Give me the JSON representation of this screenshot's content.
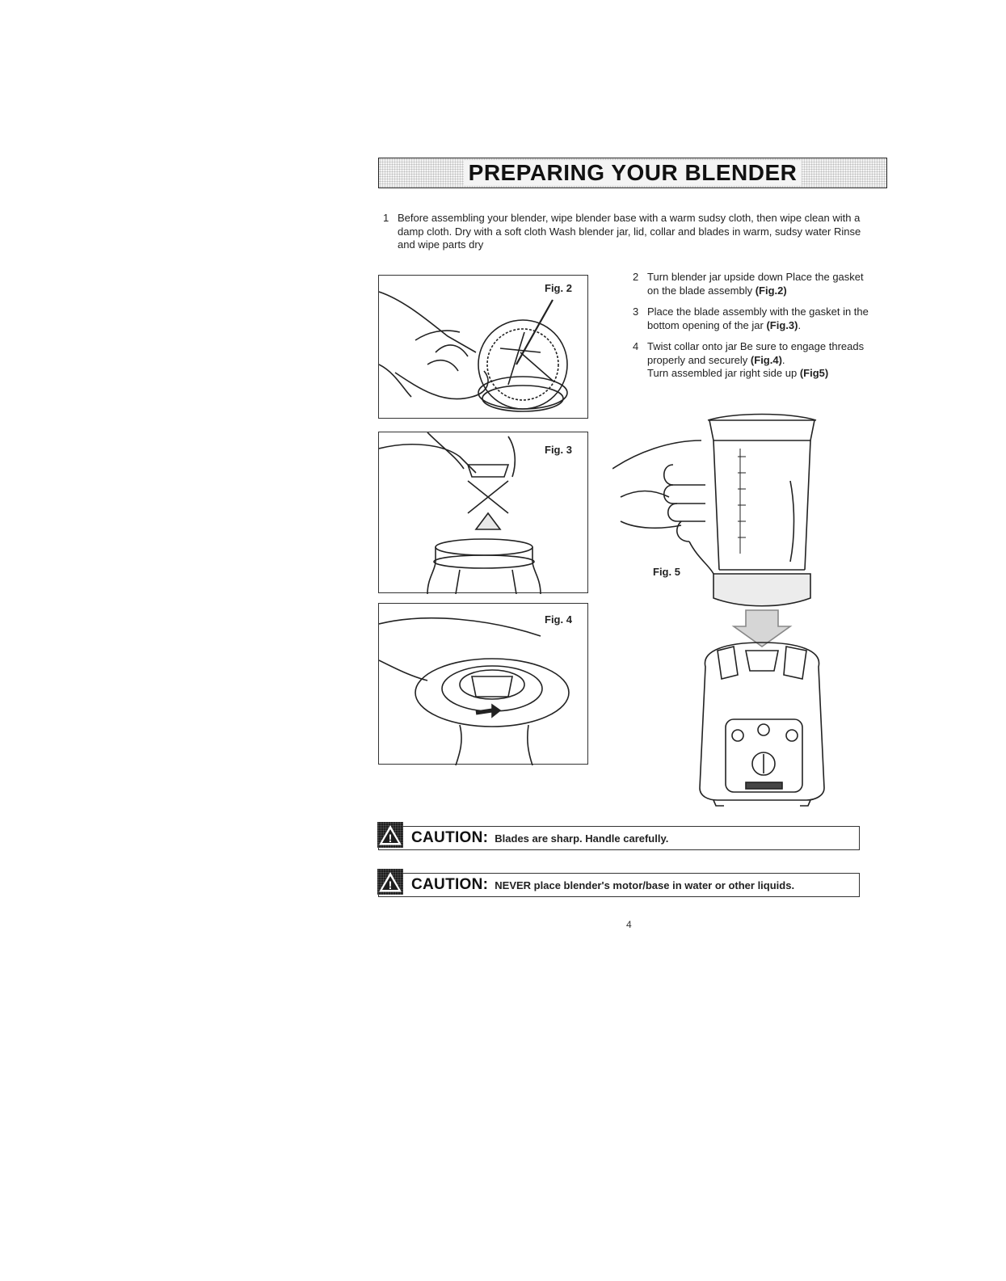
{
  "title": "PREPARING YOUR BLENDER",
  "step1": {
    "number": "1",
    "text": "Before assembling your blender, wipe blender base with a warm sudsy cloth, then wipe clean with a damp cloth. Dry with a soft cloth Wash blender jar, lid, collar and blades in warm, sudsy water Rinse and wipe parts dry"
  },
  "steps": [
    {
      "number": "2",
      "text": "Turn blender jar upside down Place the gasket on the blade assembly",
      "ref": "(Fig.2)",
      "tail": ""
    },
    {
      "number": "3",
      "text": "Place the blade assembly with the gasket in the bottom opening of the jar",
      "ref": "(Fig.3)",
      "tail": "."
    },
    {
      "number": "4",
      "text": "Twist collar onto jar Be sure to engage threads properly and securely",
      "ref": "(Fig.4)",
      "tail": "."
    },
    {
      "number": "",
      "text": "Turn assembled jar right side up",
      "ref": "(Fig5)",
      "tail": ""
    }
  ],
  "figures": {
    "fig2": "Fig. 2",
    "fig3": "Fig. 3",
    "fig4": "Fig. 4",
    "fig5": "Fig. 5"
  },
  "cautions": [
    {
      "word": "CAUTION:",
      "text": "Blades are sharp. Handle carefully."
    },
    {
      "word": "CAUTION:",
      "text": "NEVER place blender's motor/base in water or other liquids."
    }
  ],
  "page_number": "4"
}
